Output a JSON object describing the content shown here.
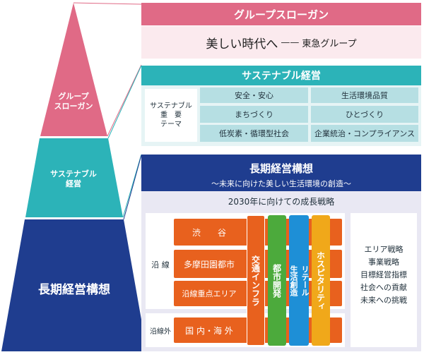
{
  "colors": {
    "pink": "#e06a86",
    "pink_light": "#fbeaee",
    "teal": "#2cb3b8",
    "teal_light": "#e6f4f5",
    "teal_cell": "#b6dfe3",
    "navy": "#1f3d8f",
    "lavender": "#e9e8f3",
    "orange": "#e8611e",
    "green": "#4caa3c",
    "blue": "#1e8fd6",
    "yellow": "#f0a81a"
  },
  "pyramid": {
    "top_label": "グループ\nスローガン",
    "middle_label": "サステナブル\n経営",
    "bottom_label": "長期経営構想"
  },
  "slogan": {
    "header": "グループスローガン",
    "text": "美しい時代へ",
    "dash": "——",
    "company": "東急グループ"
  },
  "sustainable": {
    "header": "サステナブル経営",
    "theme_label": "サステナブル\n重　要\nテーマ",
    "themes": [
      "安全・安心",
      "生活環境品質",
      "まちづくり",
      "ひとづくり",
      "低炭素・循環型社会",
      "企業統治・コンプライアンス"
    ]
  },
  "longterm": {
    "header": "長期経営構想",
    "subheader": "～未来に向けた美しい生活環境の創造～",
    "strategy_title": "2030年に向けての成長戦略",
    "area_label": "沿 線",
    "outside_label": "沿線外",
    "areas": [
      "渋　　谷",
      "多摩田園都市",
      "沿線重点エリア"
    ],
    "outside_area": "国 内・海 外",
    "business_bars": [
      "交通インフラ",
      "都市開発",
      "リテール\n生活創造",
      "ホスピタリティ"
    ],
    "side_items": [
      "エリア戦略",
      "事業戦略",
      "目標経営指標",
      "社会への貢献",
      "未来への挑戦"
    ]
  }
}
